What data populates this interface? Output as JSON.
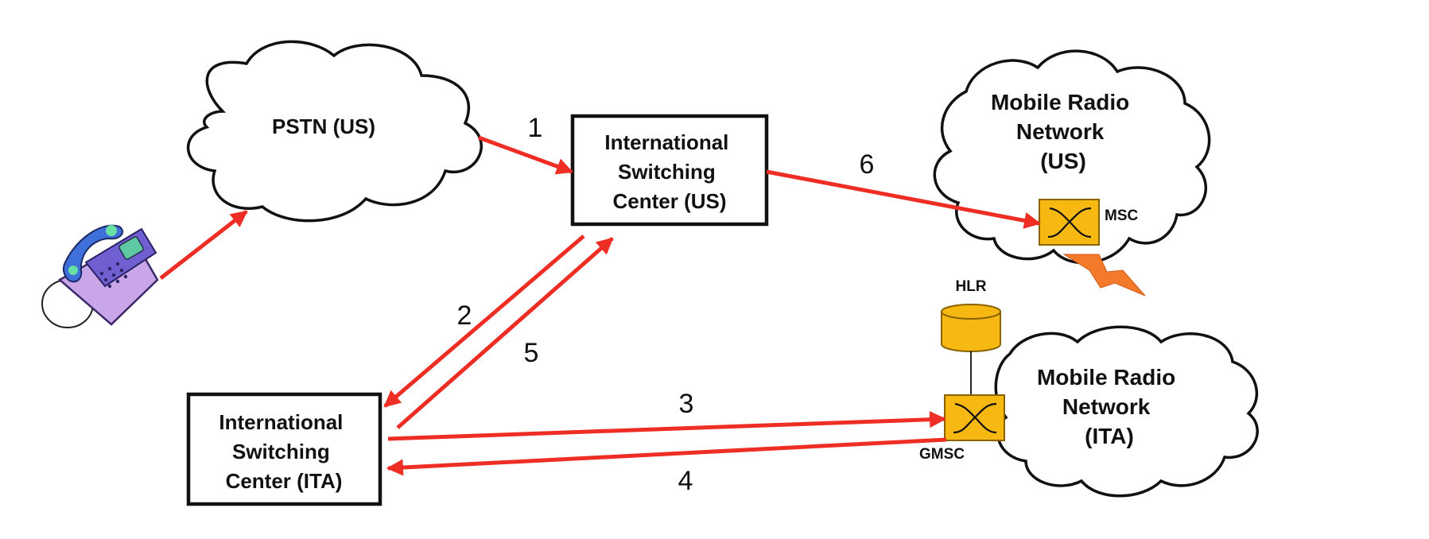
{
  "nodes": {
    "pstn_us": "PSTN (US)",
    "isc_us": [
      "International",
      "Switching",
      "Center (US)"
    ],
    "isc_ita": [
      "International",
      "Switching",
      "Center (ITA)"
    ],
    "mrn_us": [
      "Mobile Radio",
      "Network",
      "(US)"
    ],
    "mrn_ita": [
      "Mobile Radio",
      "Network",
      "(ITA)"
    ],
    "msc": "MSC",
    "hlr": "HLR",
    "gmsc": "GMSC"
  },
  "steps": {
    "s1": "1",
    "s2": "2",
    "s3": "3",
    "s4": "4",
    "s5": "5",
    "s6": "6"
  },
  "colors": {
    "arrow": "#ee2d24",
    "switch_fill": "#f7b812",
    "lightning": "#f47a2b"
  },
  "icons": {
    "telephone": "telephone-icon",
    "switch": "switch-icon",
    "database": "database-icon",
    "radio_link": "lightning-icon"
  }
}
